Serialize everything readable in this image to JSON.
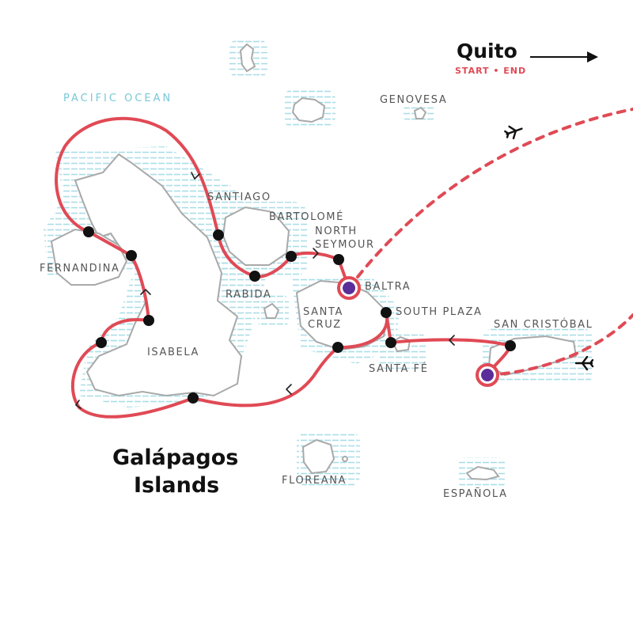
{
  "map": {
    "ocean_label": "PACIFIC OCEAN",
    "title_line1": "Galápagos",
    "title_line2": "Islands",
    "origin": {
      "name": "Quito",
      "note": "START • END"
    },
    "islands": {
      "genovesa": "GENOVESA",
      "santiago": "SANTIAGO",
      "bartolome": "BARTOLOMÉ",
      "north_seymour_line1": "NORTH",
      "north_seymour_line2": "SEYMOUR",
      "baltra": "BALTRA",
      "fernandina": "FERNANDINA",
      "rabida": "RABIDA",
      "santa_cruz_line1": "SANTA",
      "santa_cruz_line2": "CRUZ",
      "south_plaza": "SOUTH PLAZA",
      "san_cristobal": "SAN CRISTÓBAL",
      "isabela": "ISABELA",
      "santa_fe": "SANTA FÉ",
      "floreana": "FLOREANA",
      "espanola": "ESPAÑOLA"
    },
    "icons": [
      "airplane-icon",
      "arrow-right-icon"
    ],
    "colors": {
      "route": "#e04a55",
      "stop": "#111111",
      "airport_fill": "#5b2d9a",
      "airport_ring": "#e04a55",
      "island_outline": "#a9a9a9",
      "water_hatch": "#a9dde6",
      "ocean_label": "#79c8d7"
    }
  }
}
